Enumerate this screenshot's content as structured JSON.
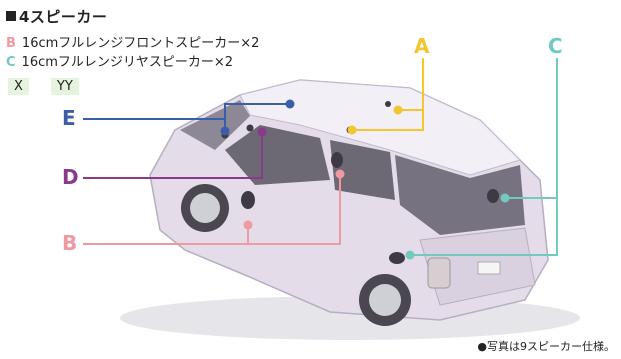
{
  "title": "4スピーカー",
  "legend": {
    "b_code": "B",
    "b_text": "16cmフルレンジフロントスピーカー×2",
    "c_code": "C",
    "c_text": "16cmフルレンジリヤスピーカー×2"
  },
  "variants": [
    "X",
    "YY"
  ],
  "labels": {
    "a": "A",
    "b": "B",
    "c": "C",
    "d": "D",
    "e": "E"
  },
  "footnote": "●写真は9スピーカー仕様。",
  "colors": {
    "a": "#f2c531",
    "b": "#ef9aa3",
    "c": "#72c9bf",
    "d": "#8a3a8a",
    "e": "#3a5fa8"
  }
}
